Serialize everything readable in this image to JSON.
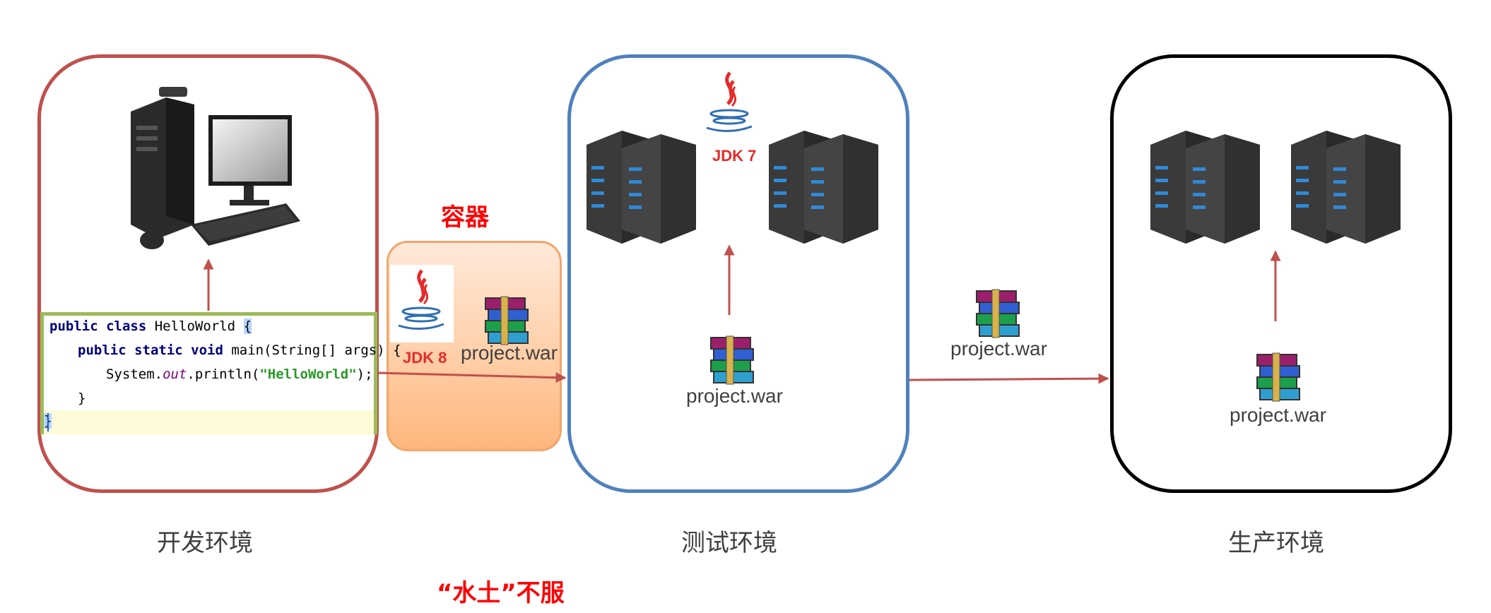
{
  "environments": {
    "dev_label": "开发环境",
    "test_label": "测试环境",
    "prod_label": "生产环境"
  },
  "container": {
    "title": "容器",
    "jdk_label": "JDK 8",
    "war_label": "project.war"
  },
  "test_env": {
    "jdk_label": "JDK 7",
    "war_label": "project.war"
  },
  "transfer": {
    "war_label": "project.war"
  },
  "prod_env": {
    "war_label": "project.war"
  },
  "footer": {
    "note": "“水土”不服"
  },
  "code": {
    "line1_kw": "public class",
    "line1_rest": " HelloWorld ",
    "line1_brace": "{",
    "line2_kw": "public static void",
    "line2_rest": " main(String[] args) {",
    "line3_a": "System.",
    "line3_out": "out",
    "line3_b": ".println(",
    "line3_str": "\"HelloWorld\"",
    "line3_c": ");",
    "line4": "}",
    "line5": "}"
  },
  "colors": {
    "dev_border": "#c0504d",
    "test_border": "#4f81bd",
    "prod_border": "#000000",
    "code_border": "#9bbb59",
    "arrow": "#c0504d",
    "accent_red": "#ff0000"
  }
}
